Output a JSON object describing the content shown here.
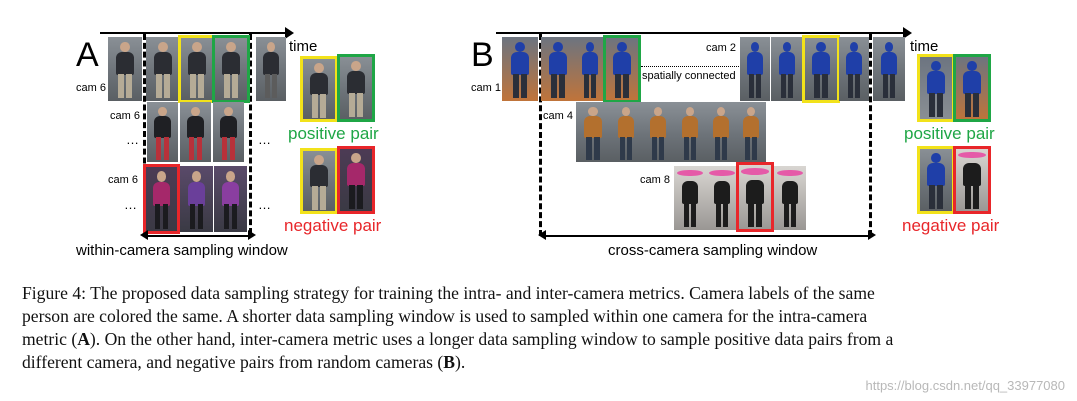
{
  "panel_a": {
    "letter": "A",
    "time_label": "time",
    "cam_labels": [
      "cam 6",
      "cam 6",
      "cam 6"
    ],
    "ellipsis": "…",
    "ellipsis_right": "…",
    "positive_label": "positive pair",
    "negative_label": "negative pair",
    "window_label": "within-camera sampling window"
  },
  "panel_b": {
    "letter": "B",
    "time_label": "time",
    "cam_labels": [
      "cam 1",
      "cam 2",
      "cam 4",
      "cam 8"
    ],
    "spatial_label": "spatially connected",
    "positive_label": "positive pair",
    "negative_label": "negative pair",
    "window_label": "cross-camera sampling window"
  },
  "caption": {
    "lines": [
      "Figure 4: The proposed data sampling strategy for training the intra- and inter-camera metrics. Camera labels of the same",
      "person are colored the same. A shorter data sampling window is used to sampled within one camera for the intra-camera",
      "metric (",
      "A",
      "). On the other hand, inter-camera metric uses a longer data sampling window to sample positive data pairs from a",
      "different camera, and negative pairs from random cameras (",
      "B",
      ")."
    ]
  },
  "watermark": "https://blog.csdn.net/qq_33977080",
  "colors": {
    "positive": "#1fa646",
    "negative": "#e8262a",
    "highlight": "#f2e21a"
  }
}
